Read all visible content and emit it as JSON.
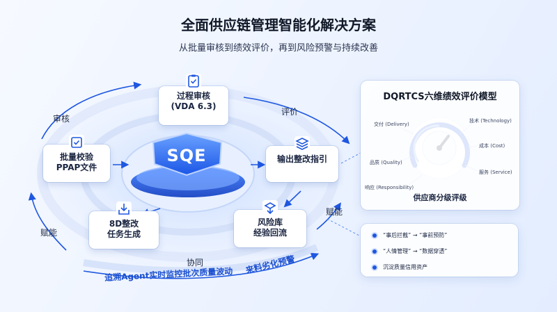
{
  "header": {
    "title": "全面供应链管理智能化解决方案",
    "subtitle": "从批量审核到绩效评价，再到风险预警与持续改善"
  },
  "center": {
    "label": "SQE"
  },
  "nodes": {
    "process_audit": {
      "line1": "过程审核",
      "line2": "(VDA 6.3)",
      "icon": "clipboard-check-icon"
    },
    "batch_inspect": {
      "line1": "批量校验",
      "line2": "PPAP文件",
      "icon": "checkbox-doc-icon"
    },
    "rectify_guide": {
      "line1": "输出整改指引",
      "icon": "layers-icon"
    },
    "task_8d": {
      "line1": "8D整改",
      "line2": "任务生成",
      "icon": "download-box-icon"
    },
    "risk_lib": {
      "line1": "风险库",
      "line2": "经验回流",
      "icon": "stack-icon"
    }
  },
  "cycle_labels": {
    "audit": "审核",
    "evaluate": "评价",
    "empower_left": "赋能",
    "empower_right": "赋能",
    "collaborate": "协同"
  },
  "banner": {
    "text1": "追溯Agent实时监控批次质量波动",
    "text2": "来料劣化预警"
  },
  "model_panel": {
    "title": "DQRTCS六维绩效评价模型",
    "dimensions": {
      "delivery": "交付 (Delivery)",
      "technology": "技术 (Technology)",
      "cost": "成本 (Cost)",
      "quality": "品质 (Quality)",
      "service": "服务 (Service)",
      "responsibility": "响应 (Responsibility)"
    },
    "grade_label": "供应商分级评级",
    "gauge_icon": "gauge-icon"
  },
  "list_panel": {
    "items": [
      "“事后拦截” → “事前预防”",
      "“人情管理” → “数据穿透”",
      "沉淀质量信用资产"
    ]
  },
  "colors": {
    "accent": "#1e57e0",
    "accent_light": "#5b8ff5",
    "sqe_top": "#4f8cff"
  }
}
